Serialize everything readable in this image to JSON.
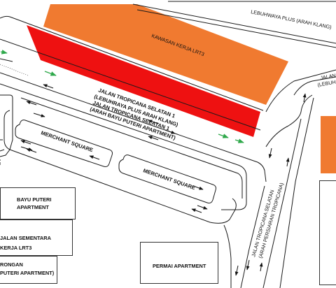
{
  "map": {
    "colors": {
      "work_zone": "#f07a30",
      "closed_lane": "#ee1111",
      "road_line": "#1a1a1a",
      "flow_arrow_green": "#2ea84a",
      "arrow_black": "#111111"
    },
    "labels": {
      "lebuhraya_plus_top": "LEBUHWAYA PLUS (ARAH KLANG)",
      "kawasan_kerja": "KAWASAN KERJA LRT3",
      "jalan_ts1_a": "JALAN TROPICANA SELATAN 1",
      "jalan_ts1_a_sub": "(LEBUHRAYA PLUS ARAH KLANG)",
      "jalan_ts1_b": "JALAN TROPICANA SELATAN 1",
      "jalan_ts1_b_sub": "(ARAH BAYU PUTERI APARTMENT)",
      "merchant_square_1": "MERCHANT SQUARE",
      "merchant_square_2": "MERCHANT SQUARE",
      "jalan_ts_right": "JALAN TROPICANA SELATAN",
      "jalan_ts_right_sub": "(ARAH PERSIARAN TROPICANA)",
      "jalan_right_edge_1": "JALAN",
      "jalan_right_edge_2": "(LEBUH",
      "bayu_puteri_1": "BAYU PUTERI",
      "bayu_puteri_2": "APARTMENT",
      "jalan_sementara_1": "JALAN SEMENTARA",
      "jalan_sementara_2": "KERJA LRT3",
      "lorong_1": "RONGAN",
      "lorong_2": "PUTERI APARTMENT)",
      "permai": "PERMAI APARTMENT"
    }
  }
}
